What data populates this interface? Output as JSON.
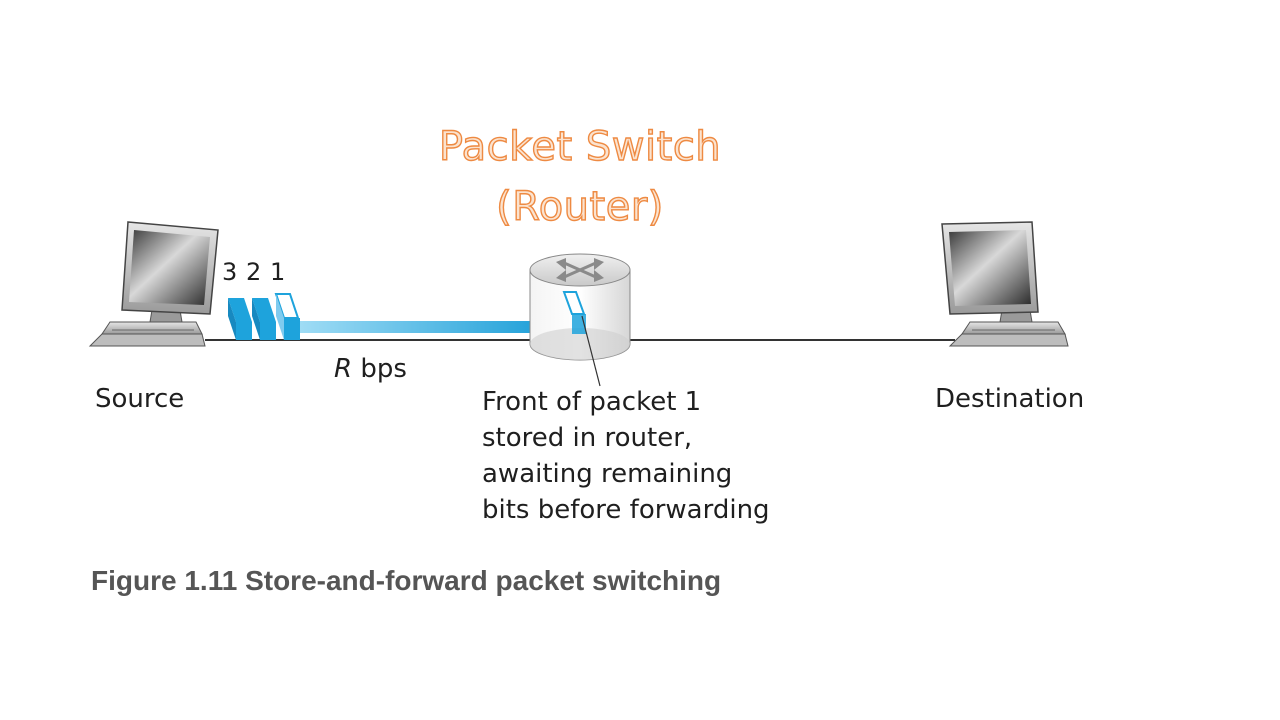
{
  "title": {
    "line1": "Packet Switch",
    "line2": "(Router)"
  },
  "labels": {
    "source": "Source",
    "destination": "Destination",
    "rate_symbol": "R",
    "rate_unit": " bps"
  },
  "packets": [
    {
      "number": "3"
    },
    {
      "number": "2"
    },
    {
      "number": "1"
    }
  ],
  "note_lines": [
    "Front of packet 1",
    "stored in router,",
    "awaiting remaining",
    "bits before forwarding"
  ],
  "caption": "Figure 1.11 Store-and-forward packet switching",
  "colors": {
    "title_fill": "#fbe3cf",
    "title_stroke": "#ee8a42",
    "packet": "#1ea3dc",
    "line": "#333333"
  }
}
